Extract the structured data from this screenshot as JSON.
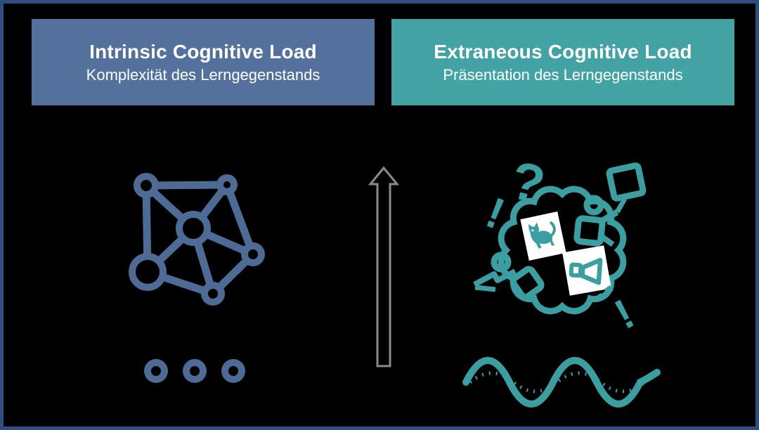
{
  "colors": {
    "background": "#000000",
    "frame_border": "#2e4d80",
    "intrinsic_header_bg": "#54719d",
    "extraneous_header_bg": "#42a2a4",
    "header_text": "#ffffff",
    "intrinsic_icon_blue": "#4d6b95",
    "extraneous_icon_teal": "#3b9ea1",
    "arrow_gray": "#8b8b8b",
    "picture_card_bg": "#ffffff"
  },
  "panels": {
    "intrinsic": {
      "title": "Intrinsic Cognitive Load",
      "subtitle": "Komplexität des Lerngegenstands"
    },
    "extraneous": {
      "title": "Extraneous Cognitive Load",
      "subtitle": "Präsentation des Lerngegenstands"
    }
  },
  "symbols": {
    "question_mark": "?",
    "exclamation_left": "!",
    "exclamation_right": "!"
  },
  "icons": {
    "left": [
      "network-icon",
      "ellipsis-dots-icon"
    ],
    "center": [
      "upward-arrow-icon"
    ],
    "right": [
      "thought-cloud-icon",
      "question-mark-symbol",
      "exclamation-symbols",
      "person-holding-sign-icon",
      "person-reading-icon",
      "cat-picture-card",
      "megaphone-picture-card",
      "sine-wave-icon"
    ]
  }
}
